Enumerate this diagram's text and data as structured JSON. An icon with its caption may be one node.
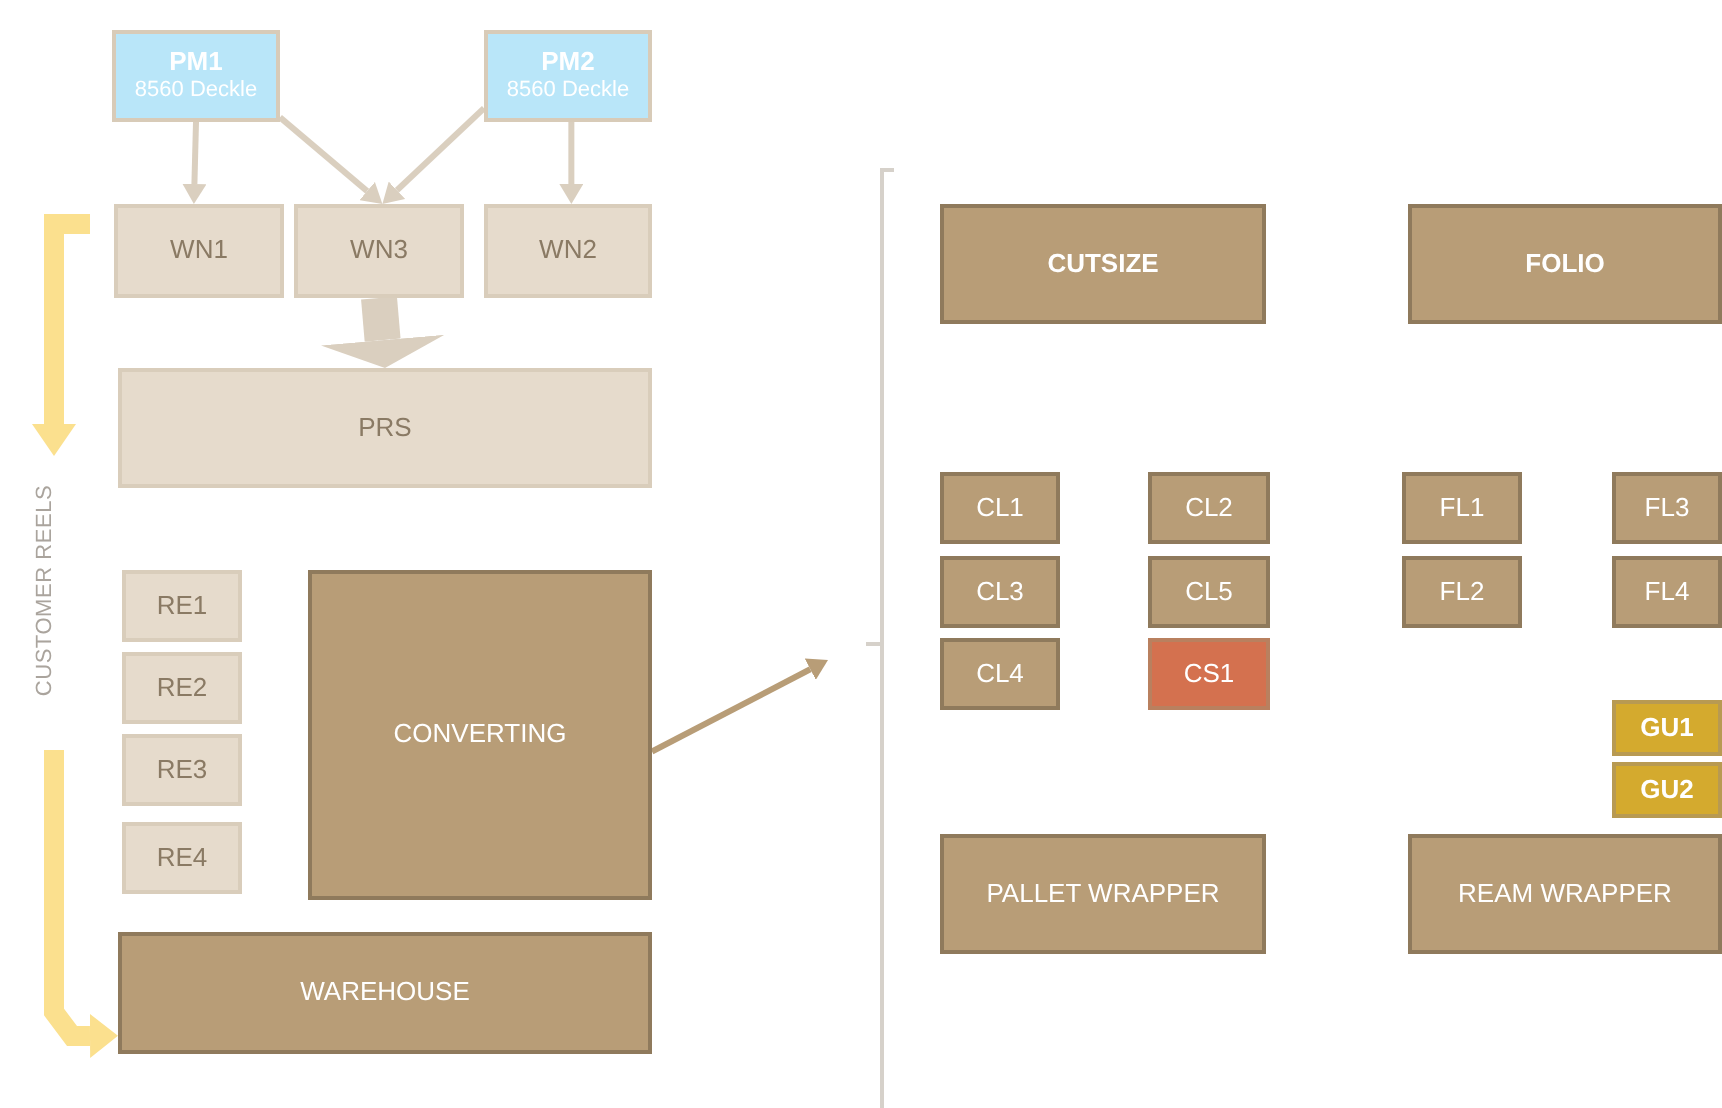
{
  "diagram": {
    "nodes": [
      {
        "text": [
          "PM1",
          "8560 Deckle"
        ]
      },
      {
        "text": [
          "PM2",
          "8560 Deckle"
        ]
      },
      {
        "text": [
          "WN1"
        ]
      },
      {
        "text": [
          "WN3"
        ]
      },
      {
        "text": [
          "WN2"
        ]
      },
      {
        "text": [
          "PRS"
        ]
      },
      {
        "text": [
          "RE1"
        ]
      },
      {
        "text": [
          "RE2"
        ]
      },
      {
        "text": [
          "RE3"
        ]
      },
      {
        "text": [
          "RE4"
        ]
      },
      {
        "text": [
          "CONVERTING"
        ]
      },
      {
        "text": [
          "WAREHOUSE"
        ]
      },
      {
        "text": [
          "CUTSIZE"
        ]
      },
      {
        "text": [
          "FOLIO"
        ]
      },
      {
        "text": [
          "CL1"
        ]
      },
      {
        "text": [
          "CL2"
        ]
      },
      {
        "text": [
          "CL3"
        ]
      },
      {
        "text": [
          "CL5"
        ]
      },
      {
        "text": [
          "CL4"
        ]
      },
      {
        "text": [
          "CS1"
        ]
      },
      {
        "text": [
          "FL1"
        ]
      },
      {
        "text": [
          "FL3"
        ]
      },
      {
        "text": [
          "FL2"
        ]
      },
      {
        "text": [
          "FL4"
        ]
      },
      {
        "text": [
          "GU1"
        ]
      },
      {
        "text": [
          "GU2"
        ]
      },
      {
        "text": [
          "PALLET WRAPPER"
        ]
      },
      {
        "text": [
          "REAM WRAPPER"
        ]
      }
    ],
    "edges": [
      {
        "from": 0,
        "to": 2,
        "arrow": "to"
      },
      {
        "from": 0,
        "to": 3,
        "arrow": "to"
      },
      {
        "from": 1,
        "to": 3,
        "arrow": "to"
      },
      {
        "from": 1,
        "to": 4,
        "arrow": "to"
      },
      {
        "from": 3,
        "to": 5,
        "arrow": "to",
        "style": "thick"
      },
      {
        "from": 10,
        "to": null,
        "arrow": "to",
        "color": "#b89d77"
      },
      {
        "from": null,
        "to": 11,
        "arrow": "to",
        "style": "thick",
        "color": "#fbe08e"
      }
    ],
    "labels": [
      "CUSTOMER REELS"
    ]
  }
}
